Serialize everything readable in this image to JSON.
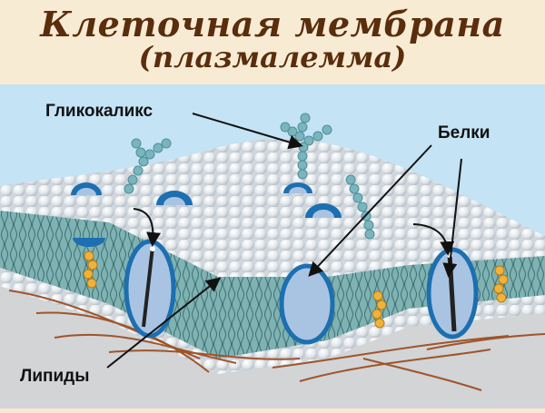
{
  "header": {
    "title_line1": "Клеточная мембрана",
    "title_line2": "(плазмалемма)"
  },
  "labels": {
    "glycocalyx": "Гликокаликс",
    "proteins": "Белки",
    "lipids": "Липиды"
  },
  "colors": {
    "title": "#5a2d0c",
    "header_bg": "#f8ebd4",
    "sky_bg": "#c4e3f5",
    "cytoplasm_bg": "#d2d4d6",
    "lipid_head": "#eef1f4",
    "lipid_tail_band": "#7fb3b3",
    "protein_fill": "#a9c4e2",
    "protein_edge": "#1c6fb0",
    "glycan": "#7ab4bd",
    "cholesterol": "#f0b23a",
    "cytoskeleton": "#a0542a"
  }
}
